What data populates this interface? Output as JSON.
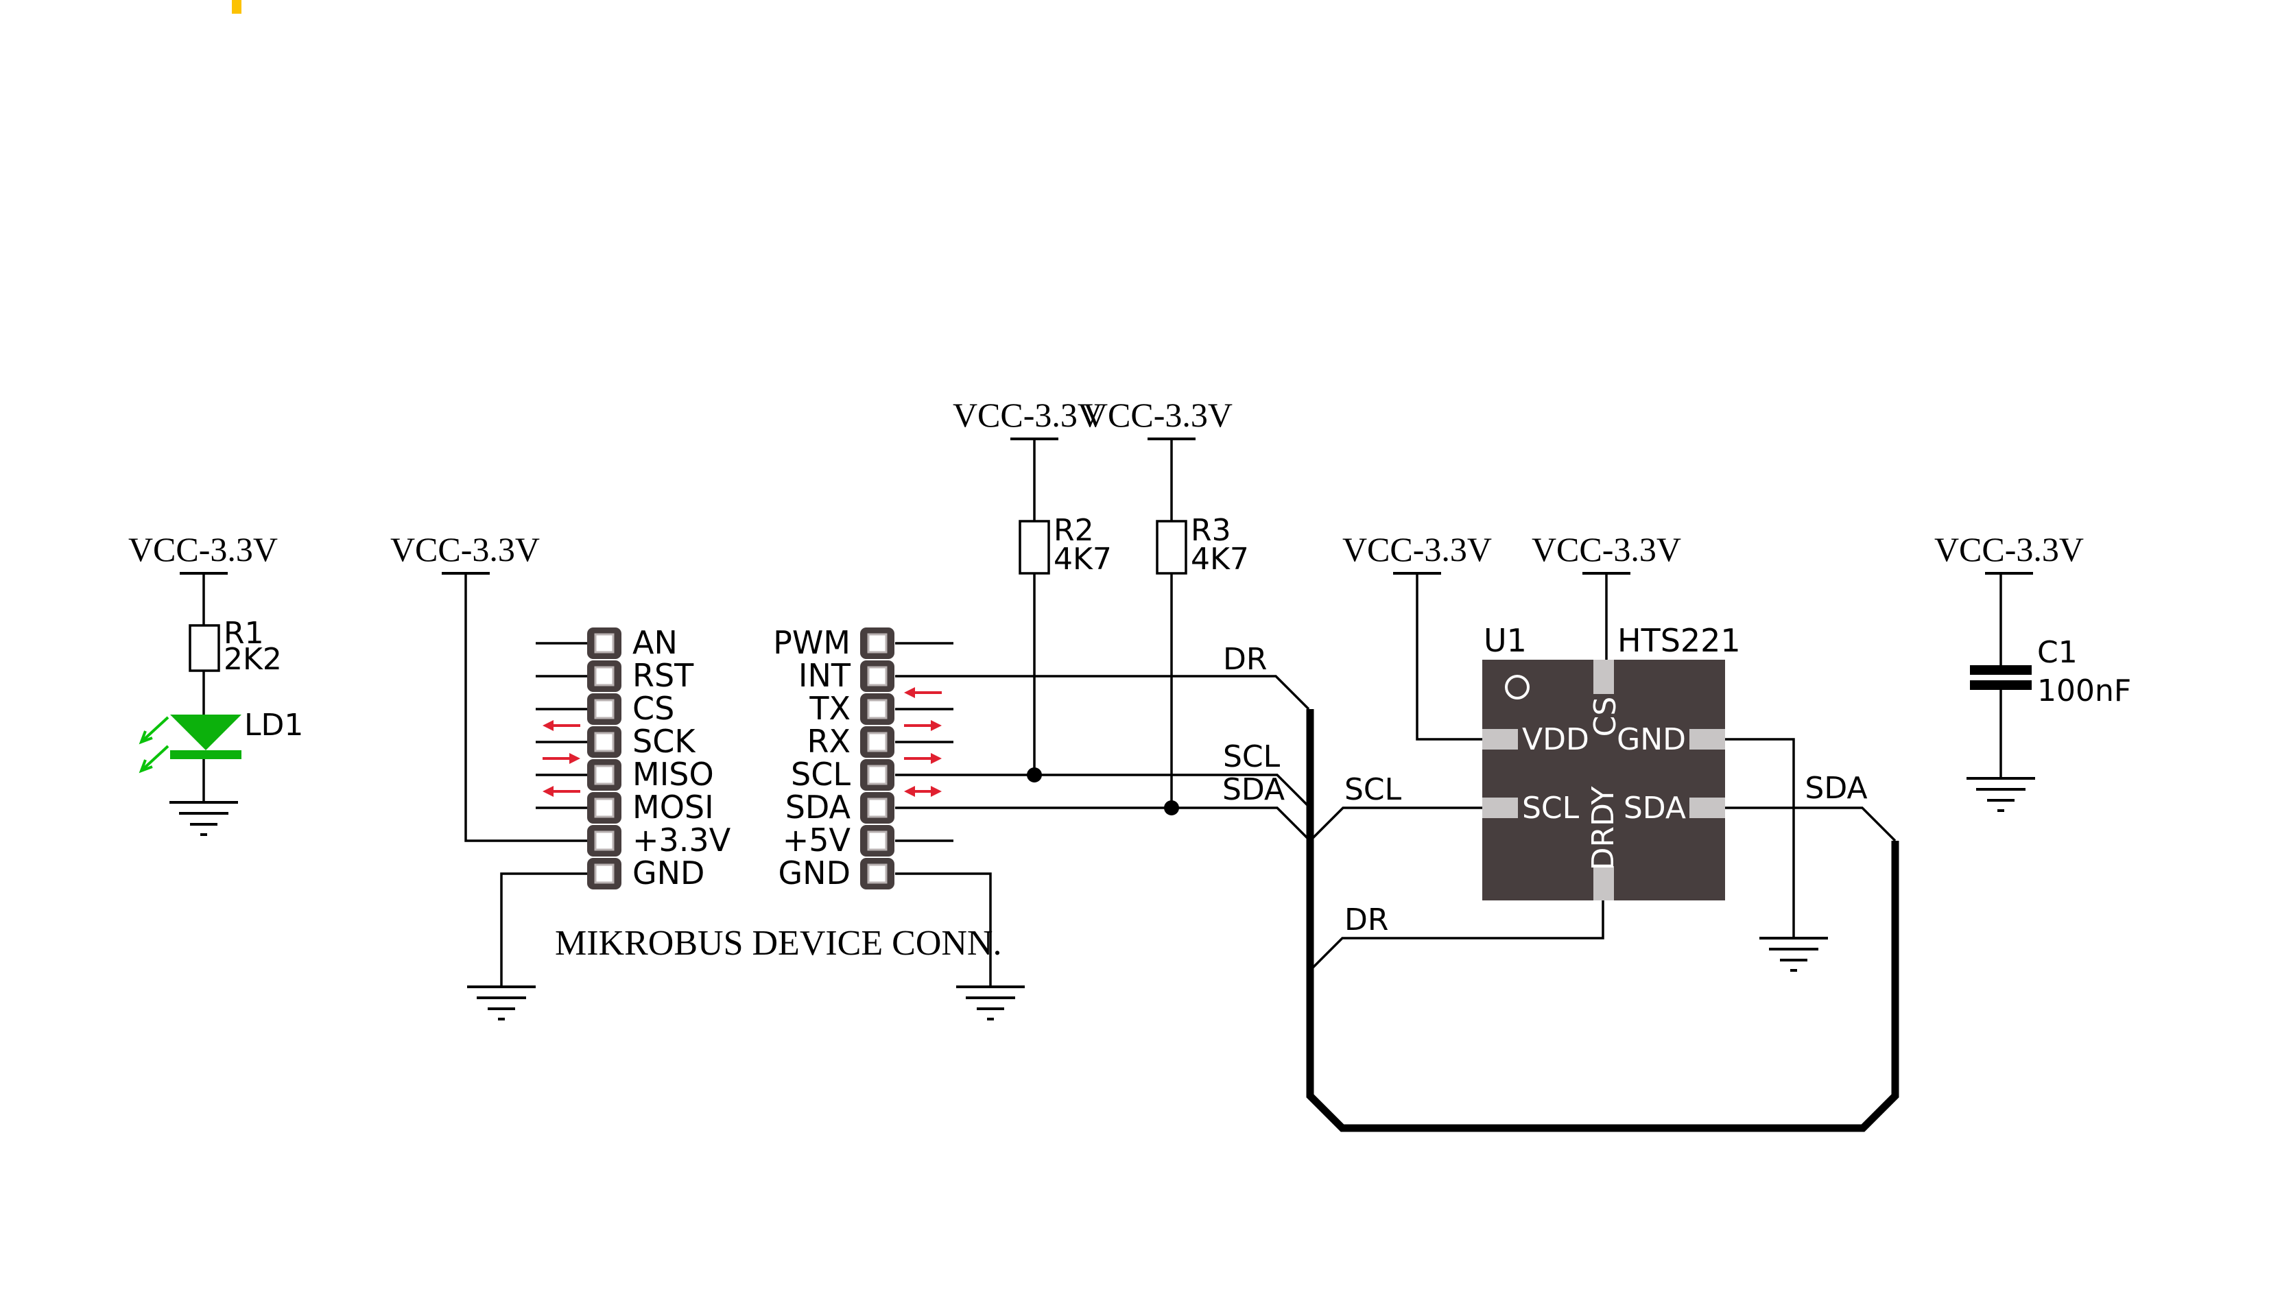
{
  "power": {
    "vcc": "VCC-3.3V"
  },
  "marker": {
    "color": "#FCC202"
  },
  "led_circuit": {
    "resistor_ref": "R1",
    "resistor_value": "2K2",
    "led_ref": "LD1",
    "led_color": "#0CB10C",
    "arrow_color": "#0AC20A"
  },
  "pullups": {
    "r2_ref": "R2",
    "r2_value": "4K7",
    "r3_ref": "R3",
    "r3_value": "4K7"
  },
  "decoupling": {
    "ref": "C1",
    "value": "100nF"
  },
  "mikrobus": {
    "caption": "MIKROBUS DEVICE CONN.",
    "left_pins": [
      "AN",
      "RST",
      "CS",
      "SCK",
      "MISO",
      "MOSI",
      "+3.3V",
      "GND"
    ],
    "right_pins": [
      "PWM",
      "INT",
      "TX",
      "RX",
      "SCL",
      "SDA",
      "+5V",
      "GND"
    ],
    "connector_color": "#473E3E",
    "arrow_color": "#E02030"
  },
  "sensor": {
    "ref": "U1",
    "part": "HTS221",
    "body_color": "#473E3E",
    "pad_color": "#C8C5C5",
    "pins": {
      "cs": "CS",
      "vdd": "VDD",
      "gnd": "GND",
      "scl": "SCL",
      "sda": "SDA",
      "drdy": "DRDY"
    }
  },
  "nets": {
    "dr": "DR",
    "scl": "SCL",
    "sda": "SDA"
  }
}
